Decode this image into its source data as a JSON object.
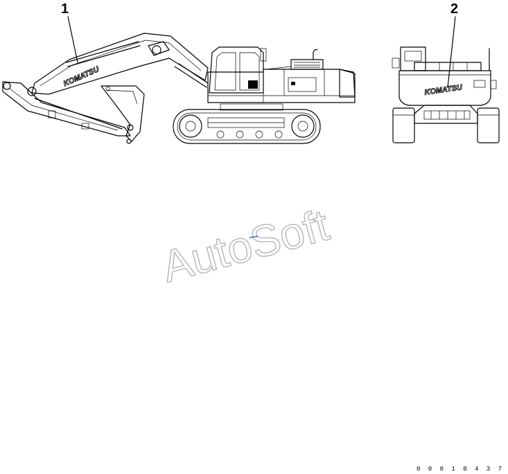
{
  "diagram": {
    "callouts": [
      {
        "id": "1",
        "label": "1"
      },
      {
        "id": "2",
        "label": "2"
      }
    ],
    "logo_text": "KOMATSU",
    "watermark": "AutoSoft",
    "document_id": "0 0 0 1 0 4 3 7"
  }
}
